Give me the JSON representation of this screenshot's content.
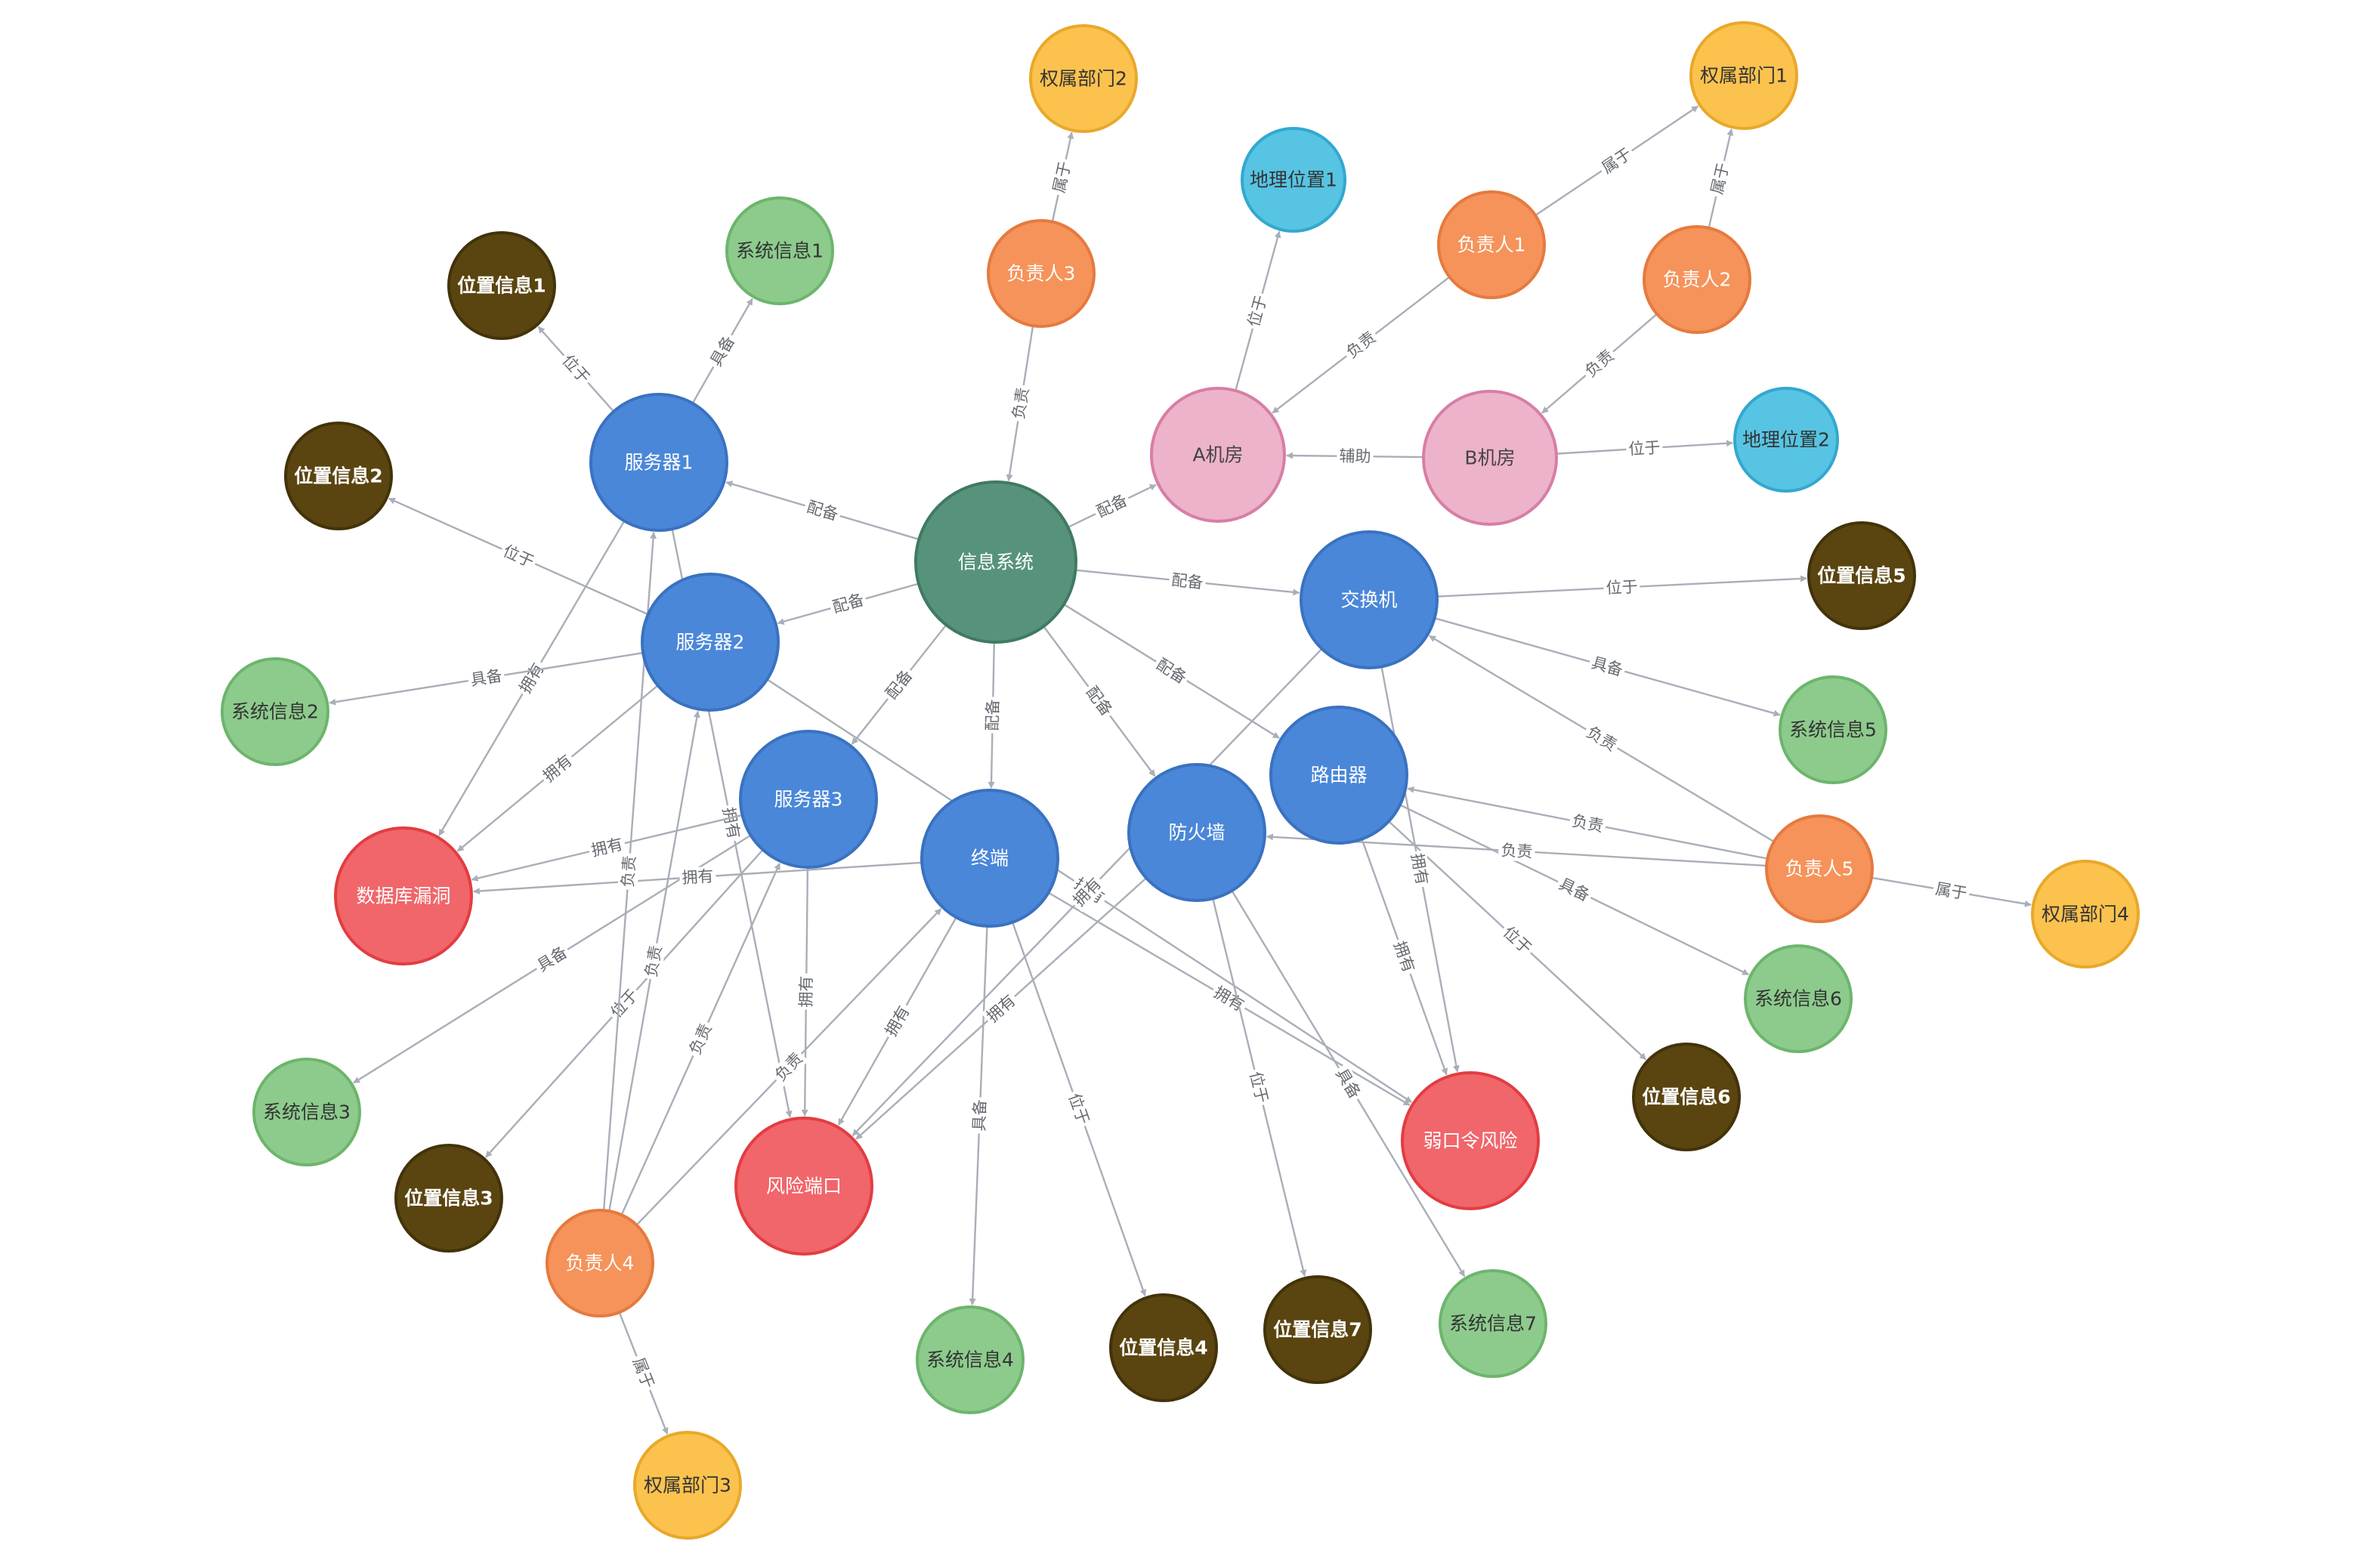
{
  "type_colors": {
    "system": {
      "fill": "#57937b",
      "stroke": "#3f7a62",
      "text": "#ffffff"
    },
    "device": {
      "fill": "#4a87d8",
      "stroke": "#3a72c0",
      "text": "#ffffff"
    },
    "room": {
      "fill": "#edb3cb",
      "stroke": "#d77ea6",
      "text": "#444444"
    },
    "geo": {
      "fill": "#57c4e3",
      "stroke": "#33a8cf",
      "text": "#333333"
    },
    "person": {
      "fill": "#f5935a",
      "stroke": "#e57a3f",
      "text": "#ffffff"
    },
    "dept": {
      "fill": "#fbc24e",
      "stroke": "#e9a82a",
      "text": "#333333"
    },
    "location": {
      "fill": "#5a4510",
      "stroke": "#43330a",
      "text": "#ffffff"
    },
    "sysinfo": {
      "fill": "#8dcb8d",
      "stroke": "#6db56d",
      "text": "#333333"
    },
    "risk": {
      "fill": "#f0666a",
      "stroke": "#e23d42",
      "text": "#ffffff"
    }
  },
  "nodes": [
    {
      "id": "xxxt",
      "label": "信息系统",
      "type": "system"
    },
    {
      "id": "fwq1",
      "label": "服务器1",
      "type": "device"
    },
    {
      "id": "fwq2",
      "label": "服务器2",
      "type": "device"
    },
    {
      "id": "fwq3",
      "label": "服务器3",
      "type": "device"
    },
    {
      "id": "zd",
      "label": "终端",
      "type": "device"
    },
    {
      "id": "fhq",
      "label": "防火墙",
      "type": "device"
    },
    {
      "id": "lyq",
      "label": "路由器",
      "type": "device"
    },
    {
      "id": "jhj",
      "label": "交换机",
      "type": "device"
    },
    {
      "id": "ajf",
      "label": "A机房",
      "type": "room"
    },
    {
      "id": "bjf",
      "label": "B机房",
      "type": "room"
    },
    {
      "id": "dl1",
      "label": "地理位置1",
      "type": "geo"
    },
    {
      "id": "dl2",
      "label": "地理位置2",
      "type": "geo"
    },
    {
      "id": "fzr1",
      "label": "负责人1",
      "type": "person"
    },
    {
      "id": "fzr2",
      "label": "负责人2",
      "type": "person"
    },
    {
      "id": "fzr3",
      "label": "负责人3",
      "type": "person"
    },
    {
      "id": "fzr4",
      "label": "负责人4",
      "type": "person"
    },
    {
      "id": "fzr5",
      "label": "负责人5",
      "type": "person"
    },
    {
      "id": "bm1",
      "label": "权属部门1",
      "type": "dept"
    },
    {
      "id": "bm2",
      "label": "权属部门2",
      "type": "dept"
    },
    {
      "id": "bm3",
      "label": "权属部门3",
      "type": "dept"
    },
    {
      "id": "bm4",
      "label": "权属部门4",
      "type": "dept"
    },
    {
      "id": "wz1",
      "label": "位置信息1",
      "type": "location"
    },
    {
      "id": "wz2",
      "label": "位置信息2",
      "type": "location"
    },
    {
      "id": "wz3",
      "label": "位置信息3",
      "type": "location"
    },
    {
      "id": "wz4",
      "label": "位置信息4",
      "type": "location"
    },
    {
      "id": "wz5",
      "label": "位置信息5",
      "type": "location"
    },
    {
      "id": "wz6",
      "label": "位置信息6",
      "type": "location"
    },
    {
      "id": "wz7",
      "label": "位置信息7",
      "type": "location"
    },
    {
      "id": "xt1",
      "label": "系统信息1",
      "type": "sysinfo"
    },
    {
      "id": "xt2",
      "label": "系统信息2",
      "type": "sysinfo"
    },
    {
      "id": "xt3",
      "label": "系统信息3",
      "type": "sysinfo"
    },
    {
      "id": "xt4",
      "label": "系统信息4",
      "type": "sysinfo"
    },
    {
      "id": "xt5",
      "label": "系统信息5",
      "type": "sysinfo"
    },
    {
      "id": "xt6",
      "label": "系统信息6",
      "type": "sysinfo"
    },
    {
      "id": "xt7",
      "label": "系统信息7",
      "type": "sysinfo"
    },
    {
      "id": "sjk",
      "label": "数据库漏洞",
      "type": "risk"
    },
    {
      "id": "fxdk",
      "label": "风险端口",
      "type": "risk"
    },
    {
      "id": "rkl",
      "label": "弱口令风险",
      "type": "risk"
    }
  ],
  "edges": [
    {
      "from": "xxxt",
      "to": "fwq1",
      "label": "配备"
    },
    {
      "from": "xxxt",
      "to": "fwq2",
      "label": "配备"
    },
    {
      "from": "xxxt",
      "to": "fwq3",
      "label": "配备"
    },
    {
      "from": "xxxt",
      "to": "zd",
      "label": "配备"
    },
    {
      "from": "xxxt",
      "to": "fhq",
      "label": "配备"
    },
    {
      "from": "xxxt",
      "to": "lyq",
      "label": "配备"
    },
    {
      "from": "xxxt",
      "to": "jhj",
      "label": "配备"
    },
    {
      "from": "xxxt",
      "to": "ajf",
      "label": "配备"
    },
    {
      "from": "fzr3",
      "to": "xxxt",
      "label": "负责"
    },
    {
      "from": "fzr3",
      "to": "bm2",
      "label": "属于"
    },
    {
      "from": "fzr1",
      "to": "bm1",
      "label": "属于"
    },
    {
      "from": "fzr1",
      "to": "ajf",
      "label": "负责"
    },
    {
      "from": "fzr2",
      "to": "bm1",
      "label": "属于"
    },
    {
      "from": "fzr2",
      "to": "bjf",
      "label": "负责"
    },
    {
      "from": "ajf",
      "to": "dl1",
      "label": "位于"
    },
    {
      "from": "bjf",
      "to": "ajf",
      "label": "辅助"
    },
    {
      "from": "bjf",
      "to": "dl2",
      "label": "位于"
    },
    {
      "from": "fwq1",
      "to": "wz1",
      "label": "位于"
    },
    {
      "from": "fwq1",
      "to": "xt1",
      "label": "具备"
    },
    {
      "from": "fwq1",
      "to": "sjk",
      "label": "拥有"
    },
    {
      "from": "fwq1",
      "to": "fxdk",
      "label": "拥有"
    },
    {
      "from": "fwq2",
      "to": "wz2",
      "label": "位于"
    },
    {
      "from": "fwq2",
      "to": "xt2",
      "label": "具备"
    },
    {
      "from": "fwq2",
      "to": "sjk",
      "label": "拥有"
    },
    {
      "from": "fwq2",
      "to": "rkl",
      "label": "拥有"
    },
    {
      "from": "fwq3",
      "to": "sjk",
      "label": "拥有"
    },
    {
      "from": "fwq3",
      "to": "fxdk",
      "label": "拥有"
    },
    {
      "from": "fwq3",
      "to": "xt3",
      "label": "具备"
    },
    {
      "from": "fwq3",
      "to": "wz3",
      "label": "位于"
    },
    {
      "from": "zd",
      "to": "sjk",
      "label": "拥有"
    },
    {
      "from": "zd",
      "to": "fxdk",
      "label": "拥有"
    },
    {
      "from": "zd",
      "to": "xt4",
      "label": "具备"
    },
    {
      "from": "zd",
      "to": "wz4",
      "label": "位于"
    },
    {
      "from": "zd",
      "to": "rkl",
      "label": "拥有"
    },
    {
      "from": "fhq",
      "to": "fxdk",
      "label": "拥有"
    },
    {
      "from": "fhq",
      "to": "wz7",
      "label": "位于"
    },
    {
      "from": "fhq",
      "to": "xt7",
      "label": "具备"
    },
    {
      "from": "lyq",
      "to": "rkl",
      "label": "拥有"
    },
    {
      "from": "lyq",
      "to": "xt6",
      "label": "具备"
    },
    {
      "from": "lyq",
      "to": "wz6",
      "label": "位于"
    },
    {
      "from": "jhj",
      "to": "wz5",
      "label": "位于"
    },
    {
      "from": "jhj",
      "to": "xt5",
      "label": "具备"
    },
    {
      "from": "jhj",
      "to": "fxdk",
      "label": "拥有"
    },
    {
      "from": "jhj",
      "to": "rkl",
      "label": "拥有"
    },
    {
      "from": "fzr5",
      "to": "jhj",
      "label": "负责"
    },
    {
      "from": "fzr5",
      "to": "lyq",
      "label": "负责"
    },
    {
      "from": "fzr5",
      "to": "fhq",
      "label": "负责"
    },
    {
      "from": "fzr5",
      "to": "bm4",
      "label": "属于"
    },
    {
      "from": "fzr4",
      "to": "fwq1",
      "label": "负责"
    },
    {
      "from": "fzr4",
      "to": "fwq2",
      "label": "负责"
    },
    {
      "from": "fzr4",
      "to": "fwq3",
      "label": "负责"
    },
    {
      "from": "fzr4",
      "to": "zd",
      "label": "负责"
    },
    {
      "from": "fzr4",
      "to": "bm3",
      "label": "属于"
    }
  ]
}
